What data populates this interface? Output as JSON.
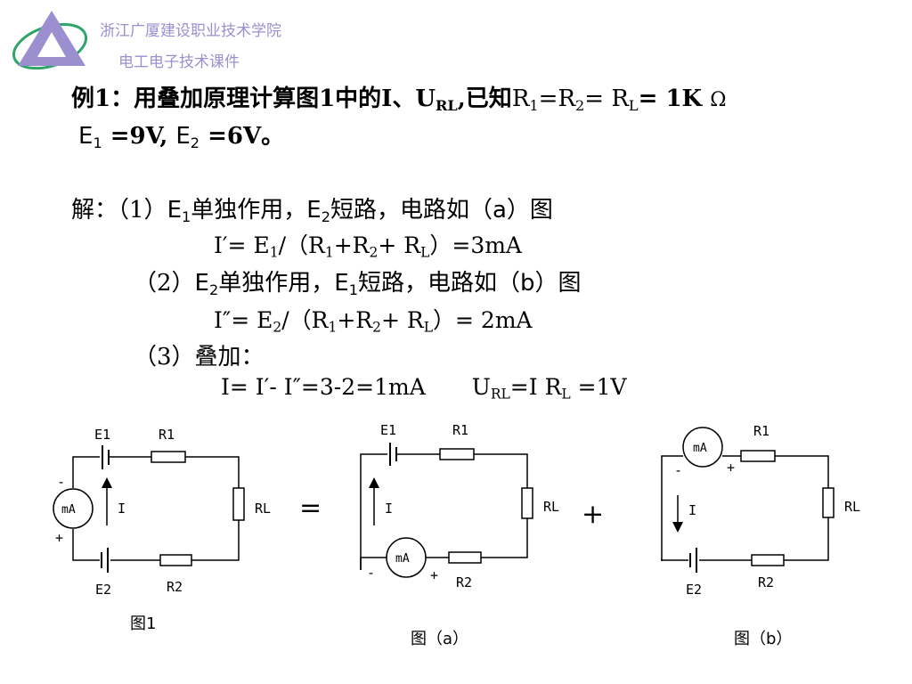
{
  "header": {
    "school": "浙江广厦建设职业技术学院",
    "course": "电工电子技术课件"
  },
  "problem": {
    "lead": "例1：用叠加原理计算图1中的I、U",
    "sub_rl": "RL",
    "known": ",已知",
    "r": "R",
    "sub1": "1",
    "eq": "=",
    "sub2": "2",
    "eq2": "= R",
    "sub_l": "L",
    "eq_1k": "= 1K",
    "ohm": "Ω",
    "e": "E",
    "e1_val": " =9V, ",
    "e2_val": " =6V。"
  },
  "solution": {
    "intro": "解：",
    "step1": {
      "num": "（1）",
      "e": "E",
      "s1": "1",
      "a": "单独作用，",
      "s2": "2",
      "b": "短路，电路如（",
      "fig": "a",
      "c": "）图"
    },
    "eq1": {
      "i": "I′= E",
      "s": "1",
      "d": "/（R",
      "s1": "1",
      "p": "+R",
      "s2": "2",
      "pl": "+ R",
      "sl": "L",
      "r": "）=3mA"
    },
    "step2": {
      "num": "（2）",
      "e": "E",
      "s2": "2",
      "a": "单独作用，",
      "s1": "1",
      "b": "短路，电路如（",
      "fig": "b",
      "c": "）图"
    },
    "eq2": {
      "i": "I″= E",
      "s": "2",
      "d": "/（R",
      "s1": "1",
      "p": "+R",
      "s2": "2",
      "pl": "+ R",
      "sl": "L",
      "r": "）=  2mA"
    },
    "step3": {
      "num": "（3）",
      "a": "叠加："
    },
    "eq3": {
      "a": "I= I′-  I″=3-2=1mA",
      "u": "U",
      "srl": "RL",
      "b": "=I R",
      "sl": "L",
      "c": " =1V"
    }
  },
  "figures": {
    "labels": {
      "E1": "E1",
      "E2": "E2",
      "R1": "R1",
      "R2": "R2",
      "RL": "RL",
      "mA": "mA",
      "I": "I",
      "minus": "-",
      "plus": "+"
    },
    "equals": "=",
    "plus_sign": "+",
    "captions": {
      "fig1": "图1",
      "figa": "图（a）",
      "figb": "图（b）"
    }
  }
}
